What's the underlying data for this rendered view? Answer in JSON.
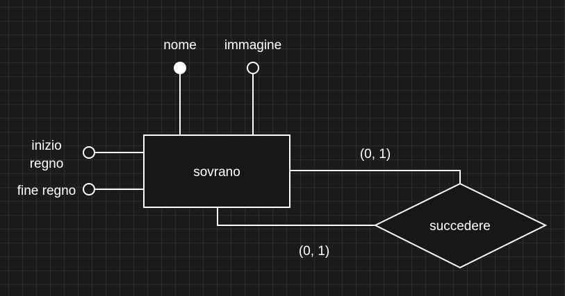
{
  "entity": {
    "name": "sovrano"
  },
  "relationship": {
    "name": "succedere"
  },
  "attributes": {
    "nome": "nome",
    "immagine": "immagine",
    "inizio_regno_line1": "inizio",
    "inizio_regno_line2": "regno",
    "fine_regno": "fine regno"
  },
  "cardinalities": {
    "top": "(0, 1)",
    "bottom": "(0, 1)"
  },
  "colors": {
    "background": "#1b1b1b",
    "stroke": "#ffffff",
    "text": "#ffffff"
  }
}
